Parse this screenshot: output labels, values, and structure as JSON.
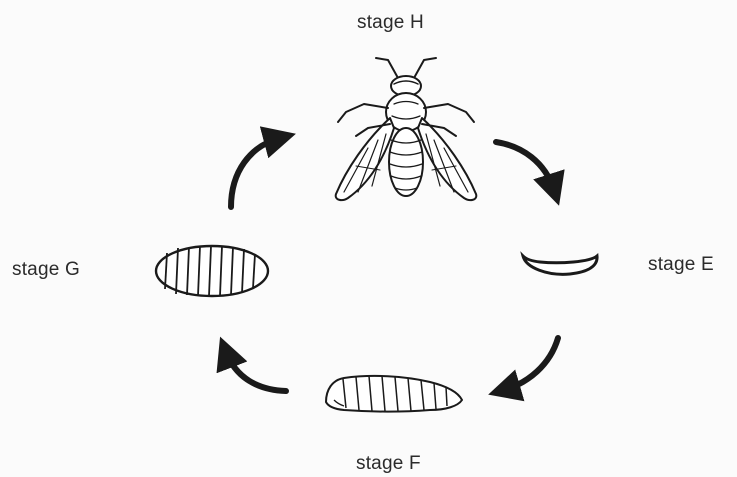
{
  "diagram": {
    "stages": [
      {
        "key": "H",
        "label": "stage H",
        "depicts": "adult-fly"
      },
      {
        "key": "E",
        "label": "stage E",
        "depicts": "egg"
      },
      {
        "key": "F",
        "label": "stage F",
        "depicts": "larva"
      },
      {
        "key": "G",
        "label": "stage G",
        "depicts": "pupa"
      }
    ],
    "cycle_order": [
      "H",
      "E",
      "F",
      "G"
    ],
    "colors": {
      "ink": "#1a1a1a",
      "label": "#2b2b2b",
      "background": "#fbfbfb"
    }
  }
}
